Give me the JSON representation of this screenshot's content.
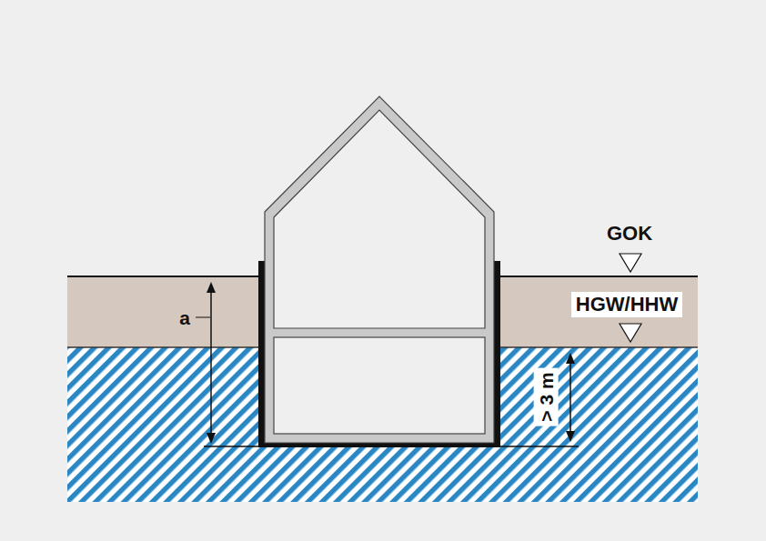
{
  "diagram": {
    "labels": [
      "GOK",
      "HGW/HHW",
      "a",
      "> 3 m"
    ]
  }
}
